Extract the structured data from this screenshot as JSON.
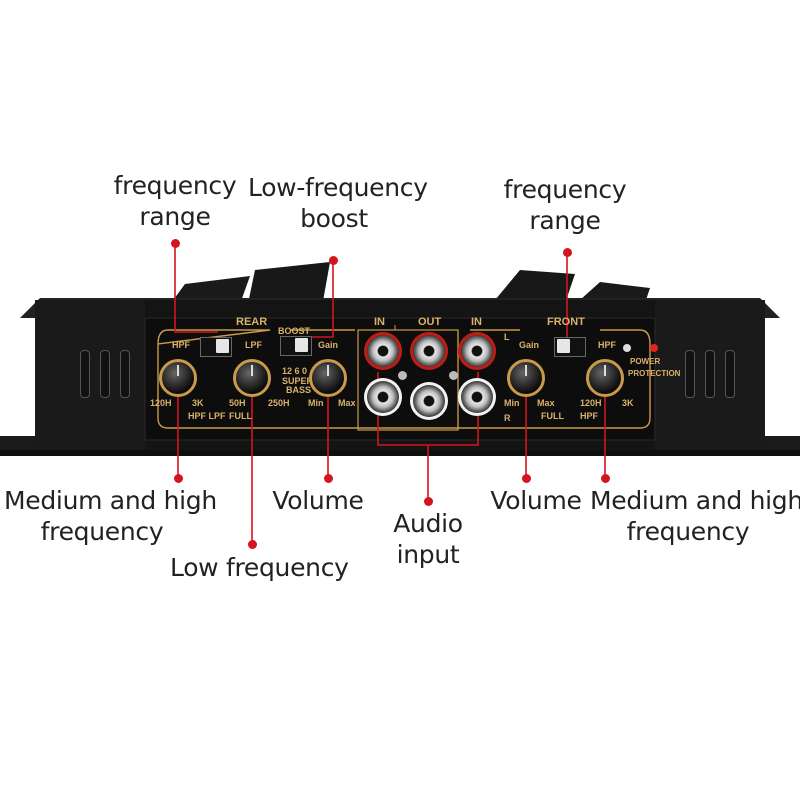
{
  "callouts": {
    "rear_frequency_range": "frequency\nrange",
    "low_frequency_boost": "Low-frequency\nboost",
    "front_frequency_range": "frequency\nrange",
    "rear_medium_high": "Medium and high\nfrequency",
    "low_frequency": "Low frequency",
    "rear_volume": "Volume",
    "audio_input": "Audio\ninput",
    "front_volume": "Volume",
    "front_medium_high": "Medium and high\nfrequency"
  },
  "panel": {
    "rear": "REAR",
    "front": "FRONT",
    "in_left": "IN",
    "out": "OUT",
    "in_right": "IN",
    "boost": "BOOST",
    "boost_scale": "12 6 0",
    "super": "SUPER",
    "bass": "BASS",
    "hpf_rear": "HPF",
    "hpf_rear_min": "120H",
    "hpf_rear_max": "3K",
    "hpf_lpf": "HPF LPF",
    "lpf": "LPF",
    "lpf_min": "50H",
    "lpf_max": "250H",
    "lpf_full": "FULL",
    "gain_rear": "Gain",
    "gain_rear_min": "Min",
    "gain_rear_max": "Max",
    "ch_l": "L",
    "ch_r": "R",
    "gain_front": "Gain",
    "gain_front_min": "Min",
    "gain_front_max": "Max",
    "gain_front_full": "FULL",
    "hpf_front": "HPF",
    "hpf_front_min": "120H",
    "hpf_front_max": "3K",
    "hpf_front_bottom": "HPF",
    "power": "POWER",
    "protection": "PROTECTION"
  },
  "colors": {
    "accent": "#d4141e",
    "panel_text": "#d9b26a",
    "body": "#151515"
  }
}
